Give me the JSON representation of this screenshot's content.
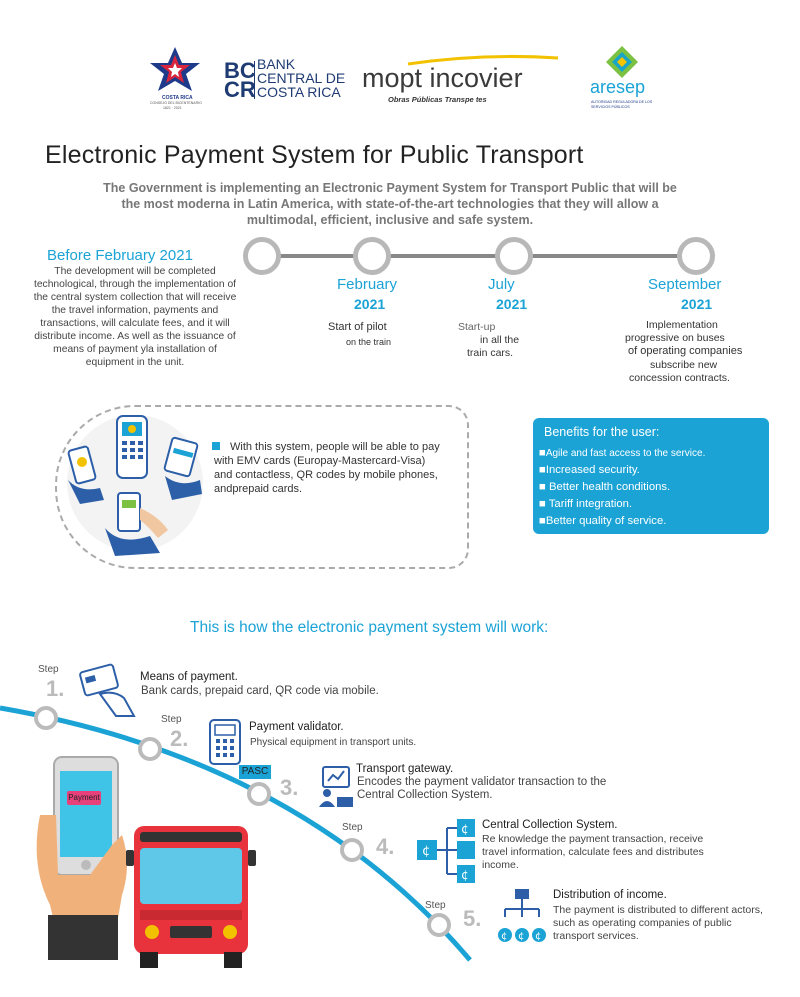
{
  "logos": {
    "costa_rica": {
      "line1": "COSTA RICA",
      "line2": "CONSEJO DEL BICENTENARIO",
      "line3": "1821 · 2021"
    },
    "bccr": {
      "mark_top": "BC",
      "mark_bottom": "CR",
      "line1": "BANK",
      "line2": "CENTRAL DE",
      "line3": "COSTA RICA"
    },
    "mopt": {
      "name": "mopt incovier",
      "sub": "Obras Públicas Transpe tes"
    },
    "aresep": {
      "name": "aresep",
      "sub": "AUTORIDAD REGULADORA DE LOS SERVICIOS PÚBLICOS"
    }
  },
  "title": "Electronic Payment System for Public Transport",
  "intro": "The Government is implementing an Electronic Payment System for Transport Public that will be the most moderna in Latin America, with state-of-the-art technologies that they will allow a multimodal, efficient, inclusive and safe system.",
  "timeline": {
    "before": {
      "head": "Before February 2021",
      "desc": "The development will be completed technological, through the implementation of the central system collection that will receive the travel information, payments and transactions, will calculate fees, and it will distribute income. As well as the issuance of means of payment yla installation of equipment in the unit."
    },
    "milestones": [
      {
        "month": "February",
        "year": "2021",
        "desc1": "Start of pilot",
        "desc2": "on the train"
      },
      {
        "month": "July",
        "year": "2021",
        "desc1": "Start-up",
        "desc2": "in all the",
        "desc3": "train cars."
      },
      {
        "month": "September",
        "year": "2021",
        "desc1": "Implementation",
        "desc2": "progressive on buses",
        "desc3": "of operating companies",
        "desc4": "subscribe new",
        "desc5": "concession contracts."
      }
    ]
  },
  "system_text": "With this system, people will be able to pay with EMV cards (Europay-Mastercard-Visa) and contactless, QR codes by mobile phones, andprepaid cards.",
  "benefits": {
    "head": "Benefits for the user:",
    "items": [
      "Agile and fast access to the service.",
      "Increased security.",
      "Better health conditions.",
      "Tariff integration.",
      "Better quality of service."
    ]
  },
  "how_title": "This is how the electronic payment system will work:",
  "steps": [
    {
      "label": "Step",
      "num": "1.",
      "title": "Means of payment.",
      "desc": "Bank cards, prepaid card, QR code via mobile."
    },
    {
      "label": "Step",
      "num": "2.",
      "title": "Payment validator.",
      "desc": "Physical equipment in transport units."
    },
    {
      "label": "",
      "num": "3.",
      "title": "Transport gateway.",
      "desc": "Encodes the payment validator transaction to the Central Collection System."
    },
    {
      "label": "Step",
      "num": "4.",
      "title": "Central Collection System.",
      "desc": "Re knowledge the payment transaction, receive travel information, calculate fees and distributes income."
    },
    {
      "label": "Step",
      "num": "5.",
      "title": "Distribution of income.",
      "desc": "The payment is distributed to different actors, such as operating companies of public transport services."
    }
  ],
  "phone_button": "Payment",
  "validator_tag": "PASC",
  "colors": {
    "accent": "#1ba3d6",
    "bus_red": "#e8323c",
    "grey": "#bbbbbb"
  }
}
